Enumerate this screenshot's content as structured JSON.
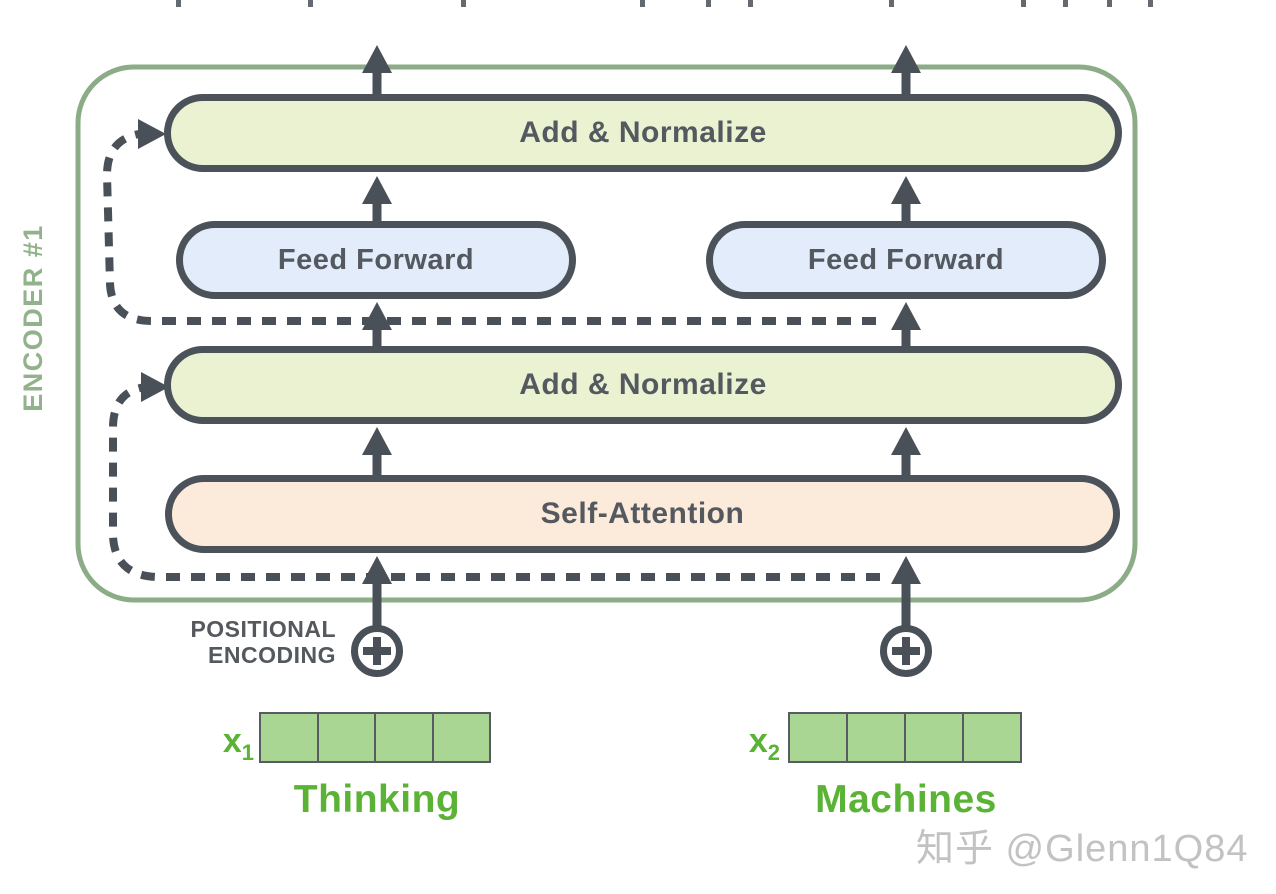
{
  "encoder": {
    "label": "ENCODER #1",
    "layers": {
      "add_normalize_top": "Add & Normalize",
      "feed_forward_left": "Feed Forward",
      "feed_forward_right": "Feed Forward",
      "add_normalize_mid": "Add & Normalize",
      "self_attention": "Self-Attention"
    }
  },
  "positional_encoding": {
    "line1": "POSITIONAL",
    "line2": "ENCODING",
    "icon": "circled-plus-icon"
  },
  "inputs": {
    "x1": {
      "var": "x",
      "sub": "1",
      "word": "Thinking",
      "cell_count": 4
    },
    "x2": {
      "var": "x",
      "sub": "2",
      "word": "Machines",
      "cell_count": 4
    }
  },
  "watermark": "知乎 @Glenn1Q84",
  "colors": {
    "encoder_border": "#8cab87",
    "encoder_label": "#92b28c",
    "add_normalize_fill": "#eaf2d2",
    "feed_forward_fill": "#e2ecfa",
    "self_attention_fill": "#fcebda",
    "box_border": "#4c525a",
    "box_text": "#53595f",
    "arrow_and_dash": "#4a5058",
    "input_green": "#5bb335",
    "embedding_cell_fill": "#aad694"
  }
}
